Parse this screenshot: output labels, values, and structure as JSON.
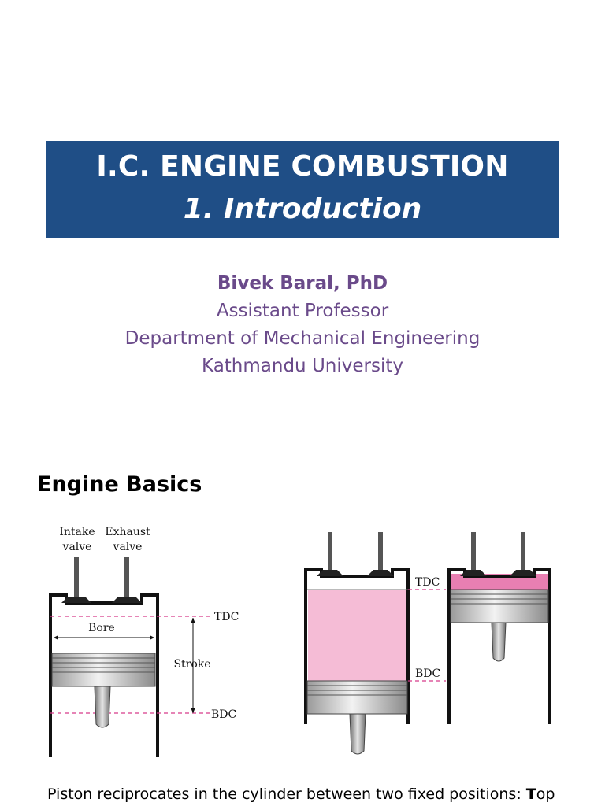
{
  "slide1": {
    "title": "I.C. ENGINE COMBUSTION",
    "subtitle": "1. Introduction",
    "author": "Bivek Baral, PhD",
    "position": "Assistant Professor",
    "department": "Department of Mechanical Engineering",
    "university": "Kathmandu University",
    "banner_color": "#1f4e86",
    "author_color": "#6a4a8a"
  },
  "slide2": {
    "heading": "Engine Basics",
    "figure_labels": {
      "intake_line1": "Intake",
      "intake_line2": "valve",
      "exhaust_line1": "Exhaust",
      "exhaust_line2": "valve",
      "bore": "Bore",
      "stroke": "Stroke",
      "tdc": "TDC",
      "bdc": "BDC"
    },
    "caption_text": "Piston reciprocates in the cylinder between two fixed positions: ",
    "caption_bold": "T",
    "caption_tail": "op",
    "colors": {
      "gas_fill": "#f5bcd6",
      "tdc_bdc_line": "#d63a8a"
    }
  }
}
